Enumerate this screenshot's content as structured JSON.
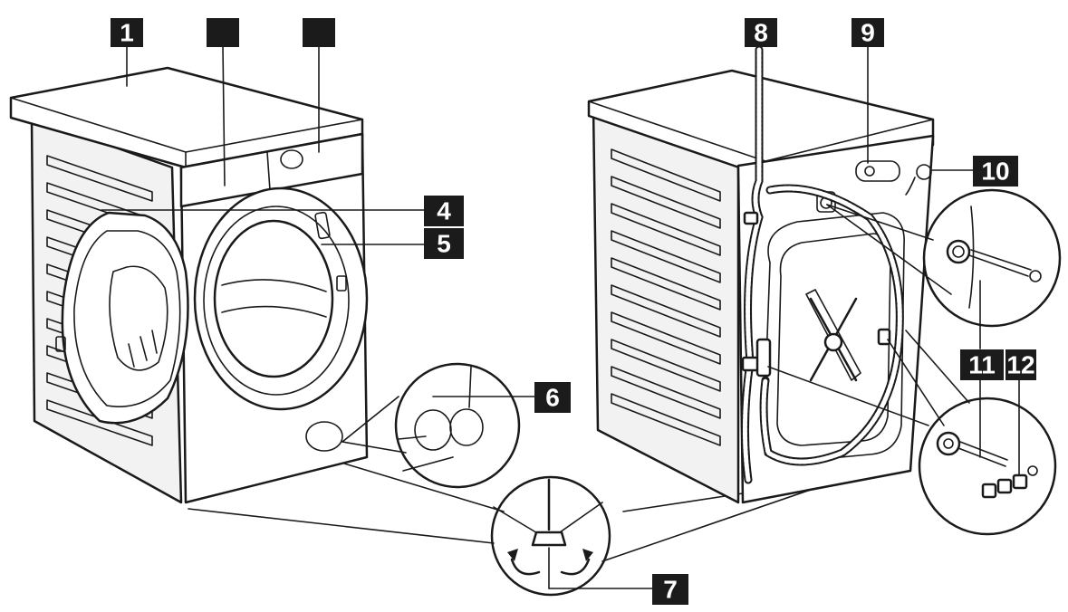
{
  "callouts": {
    "c1": "1",
    "c2": "",
    "c3": "",
    "c4": "4",
    "c5": "5",
    "c6": "6",
    "c7": "7",
    "c8": "8",
    "c9": "9",
    "c10": "10",
    "c11": "11",
    "c12": "12"
  },
  "colors": {
    "badge": "#1b1b1b",
    "badge_text": "#ffffff",
    "outline": "#1a1a1a"
  }
}
